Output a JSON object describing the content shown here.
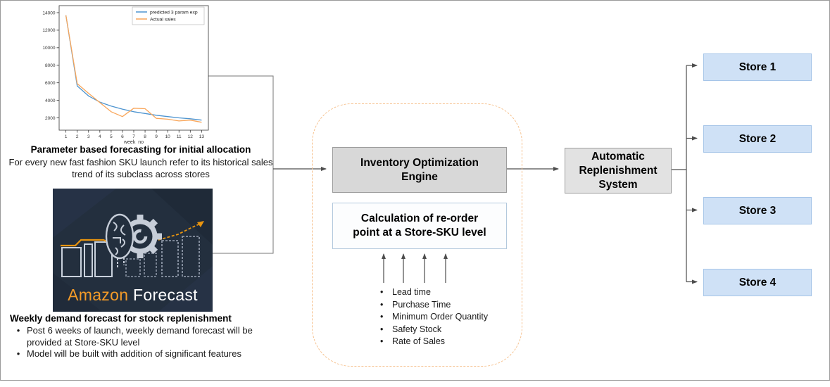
{
  "chart_data": {
    "type": "line",
    "title": "",
    "xlabel": "week_no",
    "ylabel": "",
    "x": [
      1,
      2,
      3,
      4,
      5,
      6,
      7,
      8,
      9,
      10,
      11,
      12,
      13
    ],
    "series": [
      {
        "name": "predicted 3 param exp",
        "color": "#4d94d0",
        "values": [
          13700,
          5650,
          4500,
          3800,
          3350,
          3000,
          2700,
          2500,
          2300,
          2150,
          2000,
          1900,
          1750
        ]
      },
      {
        "name": "Actual sales",
        "color": "#f9a65a",
        "values": [
          13700,
          5900,
          4800,
          3750,
          2700,
          2150,
          3100,
          3050,
          1950,
          1850,
          1650,
          1750,
          1500
        ]
      }
    ],
    "yticks": [
      2000,
      4000,
      6000,
      8000,
      10000,
      12000,
      14000
    ],
    "ylim": [
      600,
      14800
    ],
    "xlim": [
      0.4,
      13.6
    ],
    "grid": false,
    "legend_position": "upper right"
  },
  "captions": {
    "forecast_title": "Parameter based forecasting for initial allocation",
    "forecast_body": "For every new fast fashion SKU launch refer to its historical sales trend of its subclass across stores",
    "weekly_title": "Weekly demand forecast for stock replenishment",
    "weekly_bullets": [
      "Post 6 weeks of launch, weekly demand forecast will be provided at Store-SKU level",
      "Model will be built with addition of significant features"
    ],
    "bullet_char": "•"
  },
  "amazon_card": {
    "brand": "Amazon",
    "product": "Forecast",
    "bg_color": "#232f3e",
    "accent_color": "#f49b28"
  },
  "engine_box": {
    "label": "Inventory Optimization Engine"
  },
  "calc_box": {
    "label": "Calculation of re-order point at a Store-SKU level"
  },
  "reorder_params": [
    "Lead time",
    "Purchase Time",
    "Minimum Order Quantity",
    "Safety Stock",
    "Rate of Sales"
  ],
  "ars_box": {
    "label": "Automatic Replenishment System"
  },
  "stores": [
    {
      "label": "Store 1"
    },
    {
      "label": "Store 2"
    },
    {
      "label": "Store 3"
    },
    {
      "label": "Store 4"
    }
  ],
  "colors": {
    "box_gray_fill": "#d8d8d8",
    "box_gray_border": "#9d9d9d",
    "store_fill": "#cfe1f6",
    "store_border": "#a6c5e8",
    "dashed_container": "#f6c08c",
    "connector": "#4d4d4d"
  }
}
